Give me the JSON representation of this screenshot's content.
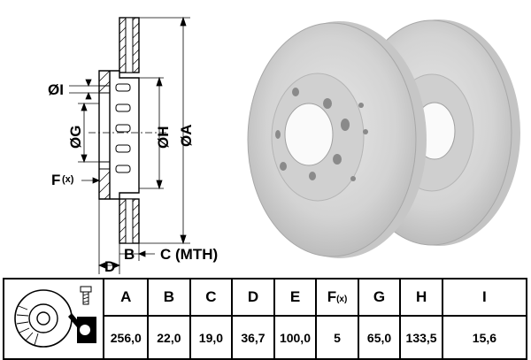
{
  "drawing": {
    "labels": {
      "i": "ØI",
      "g": "ØG",
      "h": "ØH",
      "a": "ØA",
      "f": "F",
      "f_sub": "(x)",
      "b": "B",
      "c": "C (MTH)",
      "d": "D"
    }
  },
  "table": {
    "headers": [
      "A",
      "B",
      "C",
      "D",
      "E",
      "F",
      "G",
      "H",
      "I"
    ],
    "header_f_sub": "(x)",
    "values": [
      "256,0",
      "22,0",
      "19,0",
      "36,7",
      "100,0",
      "5",
      "65,0",
      "133,5",
      "15,6"
    ]
  },
  "colors": {
    "disc_face": "#d6d6d6",
    "disc_edge": "#b0b0b0",
    "hole": "#8a8a8a",
    "accent_icon": "#000000"
  },
  "icons": [
    "brake-disc-icon",
    "bolt-icon",
    "torque-wrench-icon"
  ]
}
